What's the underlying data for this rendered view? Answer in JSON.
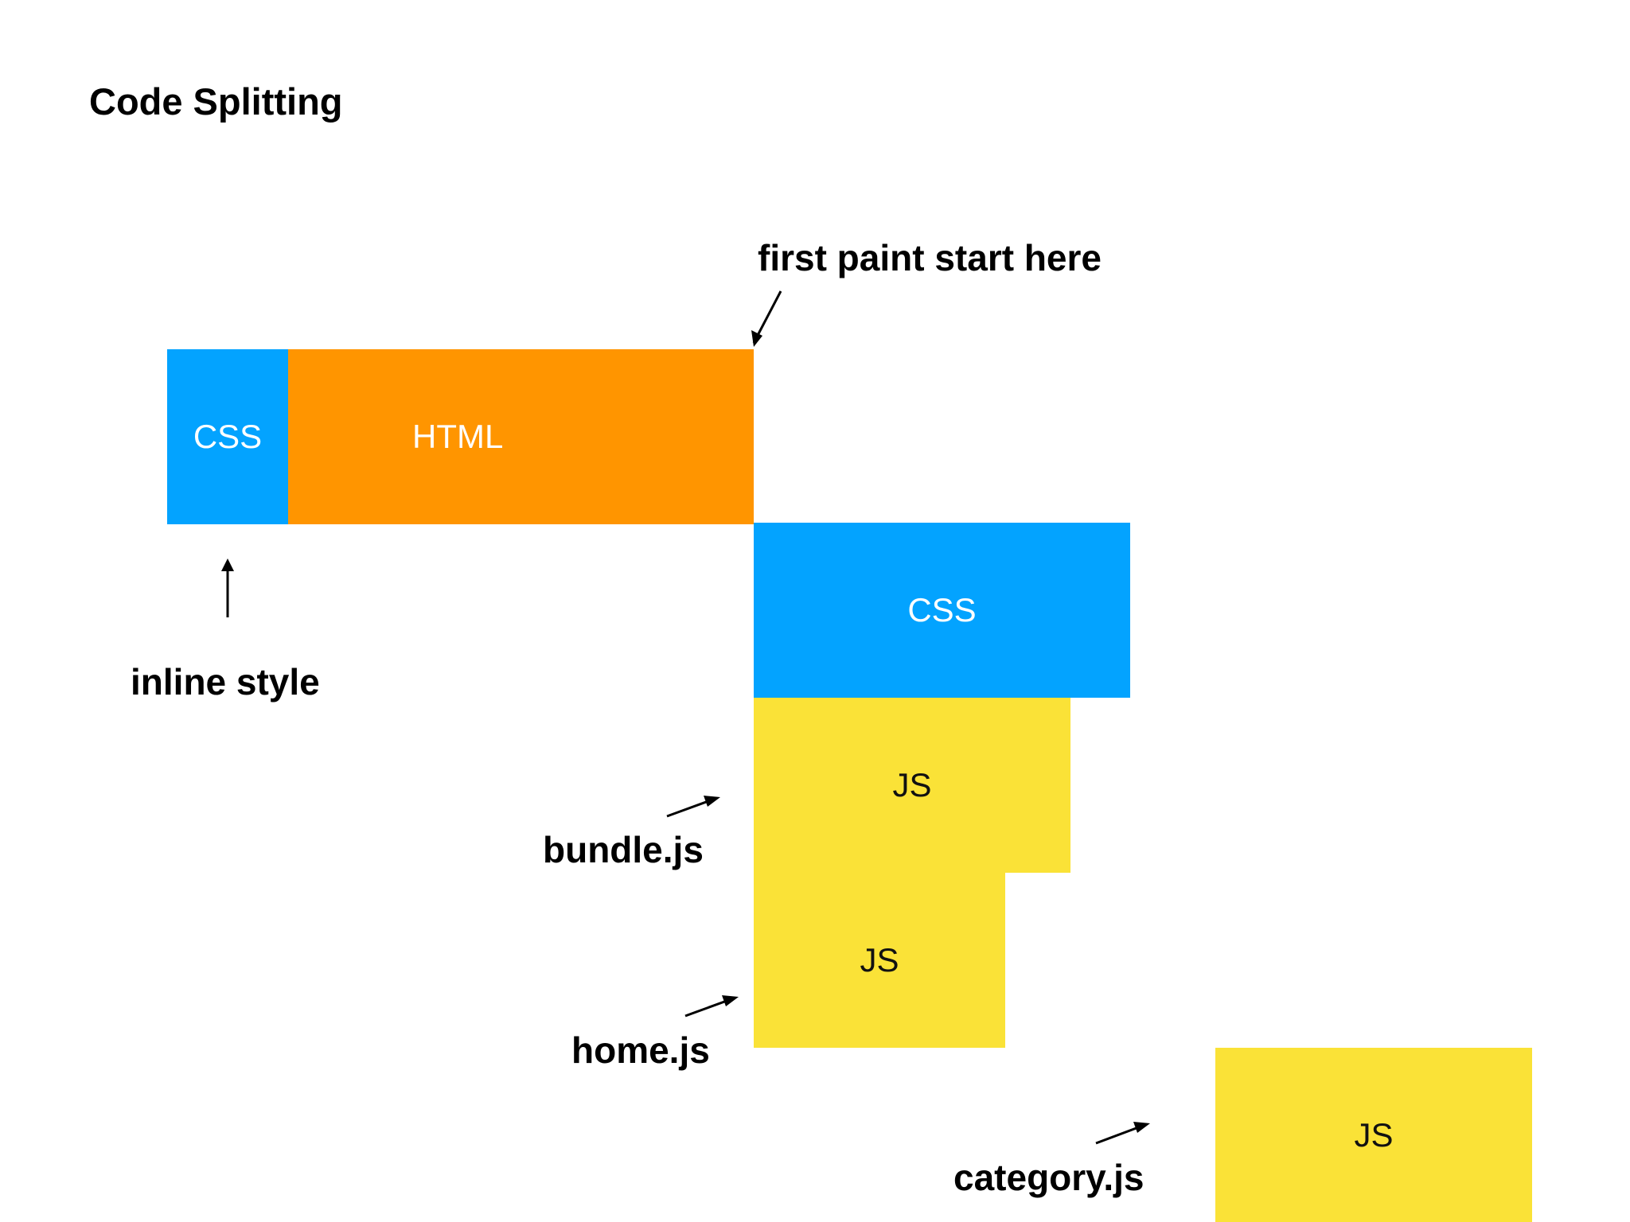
{
  "title": "Code Splitting",
  "colors": {
    "css": "#03A3FF",
    "html": "#FF9500",
    "js": "#FAE237",
    "label_light": "#FFFFFF",
    "label_dark": "#111111"
  },
  "blocks": [
    {
      "id": "inline-css",
      "label": "CSS",
      "kind": "css"
    },
    {
      "id": "html",
      "label": "HTML",
      "kind": "html"
    },
    {
      "id": "css",
      "label": "CSS",
      "kind": "css"
    },
    {
      "id": "bundle-js",
      "label": "JS",
      "kind": "js"
    },
    {
      "id": "home-js",
      "label": "JS",
      "kind": "js"
    },
    {
      "id": "category-js",
      "label": "JS",
      "kind": "js"
    }
  ],
  "annotations": {
    "first_paint": "first paint start here",
    "inline_style": "inline style",
    "bundle": "bundle.js",
    "home": "home.js",
    "category": "category.js"
  }
}
